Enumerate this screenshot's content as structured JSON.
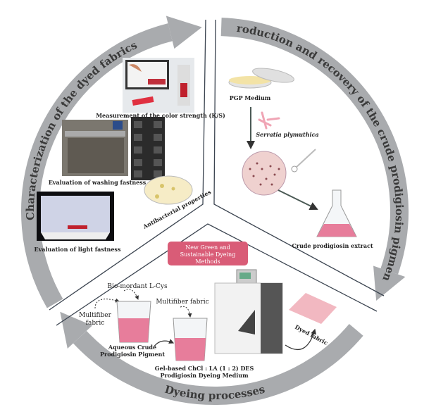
{
  "cycle": {
    "characterization_title": "Characterization of the dyed fabrics",
    "production_title": "Production and recovery of the crude prodigiosin pigment",
    "dyeing_title": "Dyeing processes"
  },
  "characterization": {
    "color_strength": "Measurement of the color strength (K/S)",
    "washing": "Evaluation of washing fastness",
    "light": "Evaluation of light fastness",
    "antibacterial": "Antibacterial properties"
  },
  "production": {
    "medium": "PGP Medium",
    "bacterium": "Serratia plymuthica",
    "extract": "Crude prodigiosin extract"
  },
  "dyeing": {
    "center_box": [
      "New Green and",
      "Sustainable  Dyeing",
      "Methods"
    ],
    "bio_mordant": "Bio-mordant L-Cys",
    "multifiber_left": [
      "Multifiber",
      "fabric"
    ],
    "aqueous": [
      "Aqueous Crude",
      "Prodigiosin Pigment"
    ],
    "multifiber_right": "Multifiber fabric",
    "des": [
      "Gel-based ChCl : LA (1 : 2) DES",
      "Prodigiosin Dyeing Medium"
    ],
    "dyed_fabric": "Dyed fabric"
  },
  "colors": {
    "ring": "#a9abae",
    "accent": "#d95c77",
    "dye": "#e77d9b",
    "divider": "#3b4450"
  }
}
